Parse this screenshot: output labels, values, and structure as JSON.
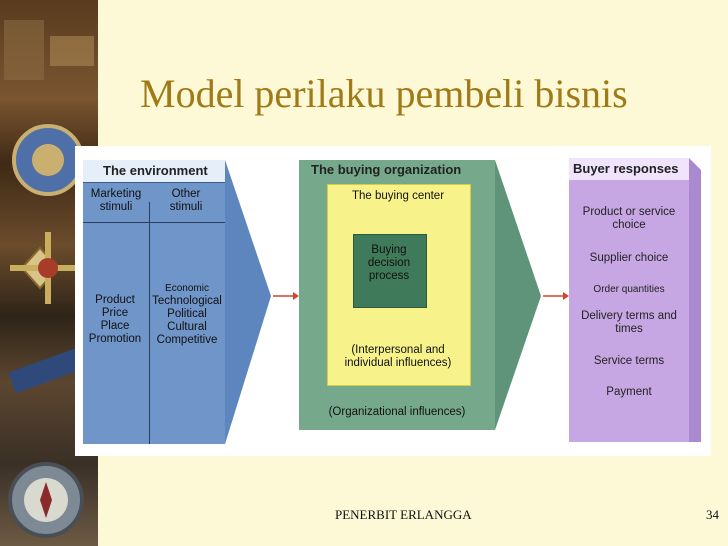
{
  "slide": {
    "title": "Model perilaku pembeli bisnis",
    "footer": "PENERBIT ERLANGGA",
    "page_number": "34"
  },
  "diagram": {
    "environment": {
      "heading": "The environment",
      "col1_header": [
        "Marketing",
        "stimuli"
      ],
      "col2_header": [
        "Other",
        "stimuli"
      ],
      "col1_items": [
        "Product",
        "Price",
        "Place",
        "Promotion"
      ],
      "col2_items": [
        "Economic",
        "Technological",
        "Political",
        "Cultural",
        "Competitive"
      ]
    },
    "buying_organization": {
      "heading": "The buying organization",
      "center_label": "The buying center",
      "core": [
        "Buying",
        "decision",
        "process"
      ],
      "inner_influence": [
        "(Interpersonal and",
        "individual influences)"
      ],
      "outer_influence": "(Organizational influences)"
    },
    "buyer_responses": {
      "heading": "Buyer responses",
      "items": [
        [
          "Product or service",
          "choice"
        ],
        [
          "Supplier choice"
        ],
        [
          "Order quantities"
        ],
        [
          "Delivery terms and",
          "times"
        ],
        [
          "Service terms"
        ],
        [
          "Payment"
        ]
      ]
    },
    "colors": {
      "environment": "#6f95c9",
      "organization": "#76a98b",
      "center": "#f7f28a",
      "cube": "#3f7a5a",
      "responses": "#c6a7e3",
      "arrow": "#d4452a",
      "title": "#a07a16"
    }
  }
}
